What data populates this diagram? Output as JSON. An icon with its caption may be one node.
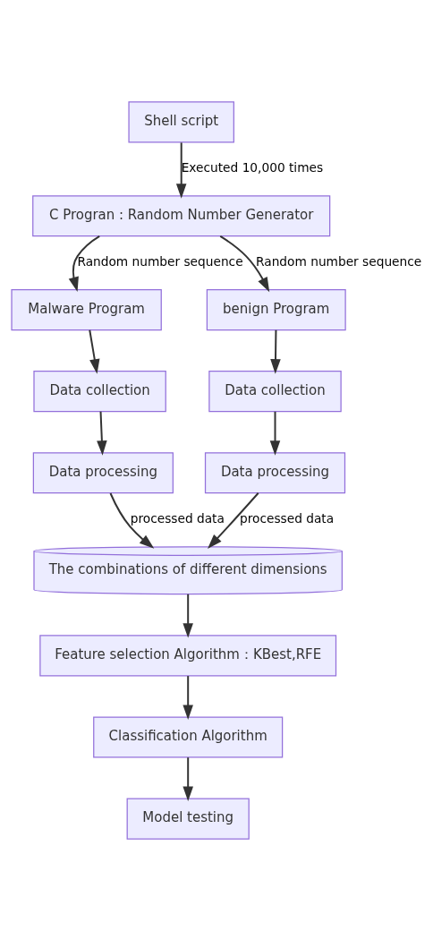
{
  "diagram": {
    "nodes": [
      {
        "text": [
          "Shell script"
        ]
      },
      {
        "text": [
          "C Progran : Random Number Generator"
        ]
      },
      {
        "text": [
          "Malware Program"
        ]
      },
      {
        "text": [
          "benign Program"
        ]
      },
      {
        "text": [
          "Data collection"
        ]
      },
      {
        "text": [
          "Data collection"
        ]
      },
      {
        "text": [
          "Data processing"
        ]
      },
      {
        "text": [
          "Data processing"
        ]
      },
      {
        "text": [
          "The combinations of different dimensions"
        ]
      },
      {
        "text": [
          "Feature selection Algorithm：KBest,RFE"
        ]
      },
      {
        "text": [
          "Classification Algorithm"
        ]
      },
      {
        "text": [
          "Model testing"
        ]
      }
    ],
    "edges": [
      {
        "from": 0,
        "to": 1,
        "arrow": "to",
        "label": "Executed 10,000 times"
      },
      {
        "from": 1,
        "to": 2,
        "arrow": "to",
        "label": "Random number sequence"
      },
      {
        "from": 1,
        "to": 3,
        "arrow": "to",
        "label": "Random number sequence"
      },
      {
        "from": 2,
        "to": 4,
        "arrow": "to"
      },
      {
        "from": 3,
        "to": 5,
        "arrow": "to"
      },
      {
        "from": 4,
        "to": 6,
        "arrow": "to"
      },
      {
        "from": 5,
        "to": 7,
        "arrow": "to"
      },
      {
        "from": 6,
        "to": 8,
        "arrow": "to",
        "label": "processed data"
      },
      {
        "from": 7,
        "to": 8,
        "arrow": "to",
        "label": "processed data"
      },
      {
        "from": 8,
        "to": 9,
        "arrow": "to"
      },
      {
        "from": 9,
        "to": 10,
        "arrow": "to"
      },
      {
        "from": 10,
        "to": 11,
        "arrow": "to"
      }
    ]
  }
}
